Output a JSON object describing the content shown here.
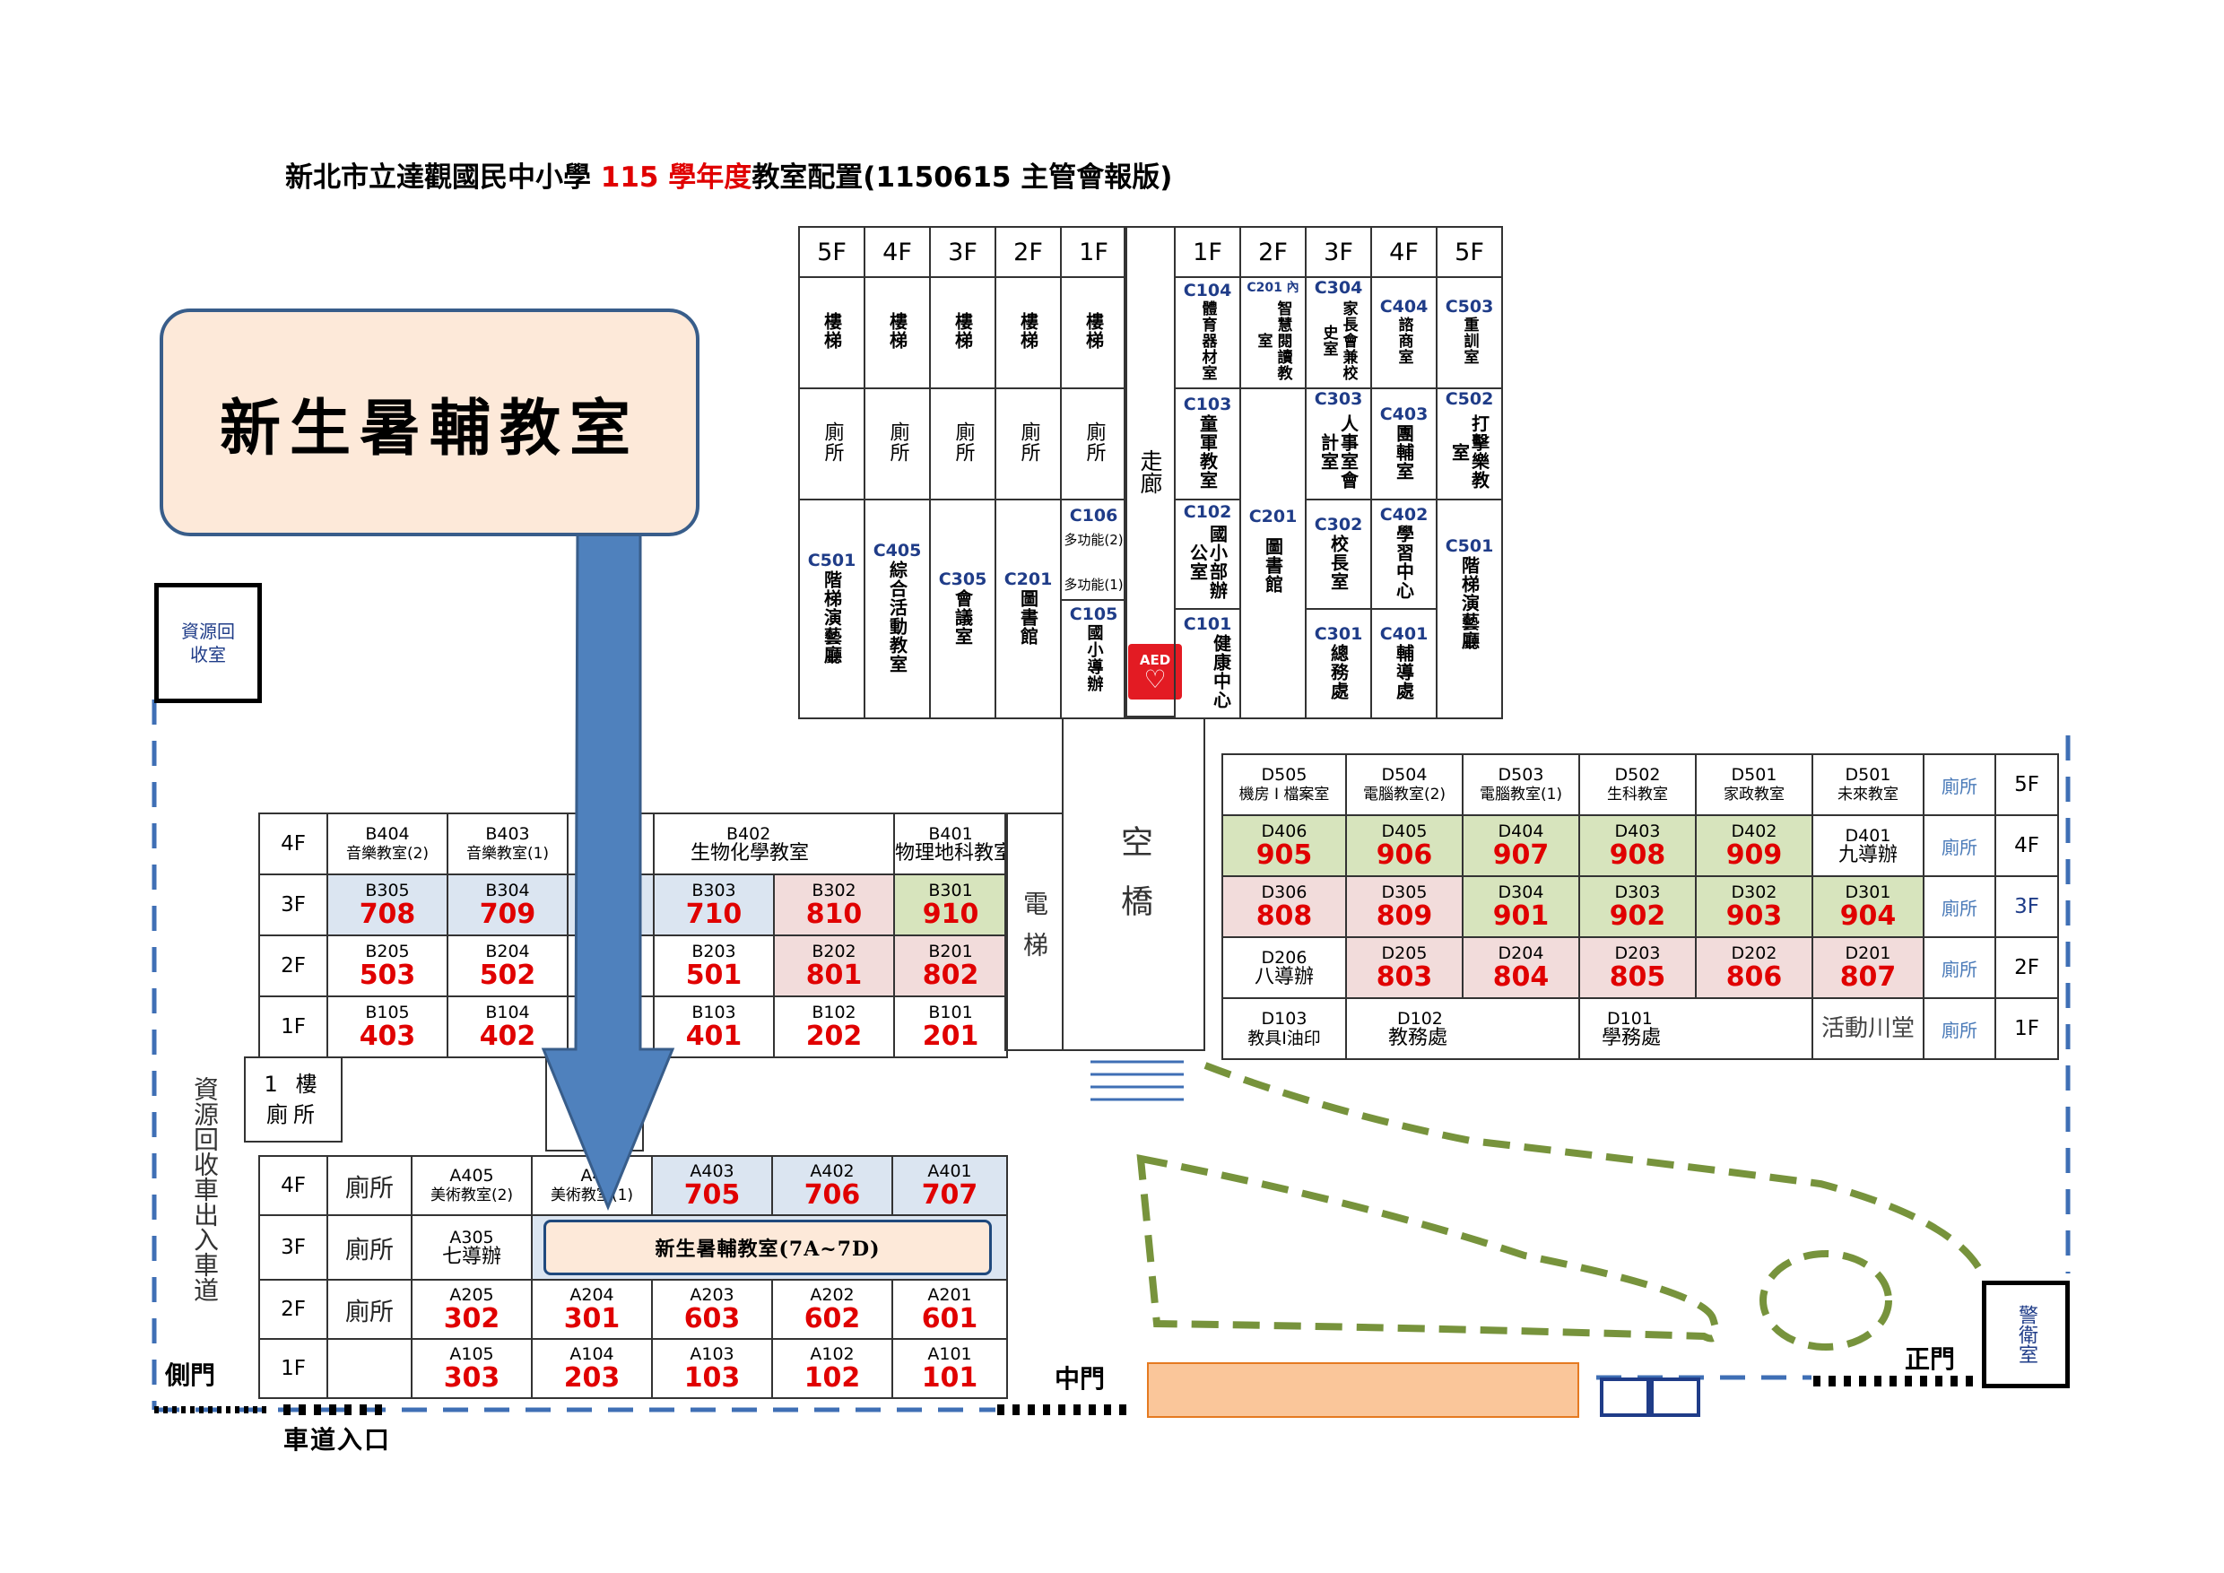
{
  "title": {
    "prefix": "新北市立達觀國民中小學 ",
    "highlight": "115 學年度",
    "suffix": "教室配置(1150615 主管會報版)"
  },
  "callout": {
    "label": "新生暑輔教室"
  },
  "labels": {
    "recycle_room": "資源回收室",
    "recycle_lane": "資源回收車出入車道",
    "side_gate": "側門",
    "driveway_entrance": "車道入口",
    "middle_gate": "中門",
    "main_gate": "正門",
    "guard_room": "警衛室",
    "corridor": "走廊",
    "elevator": "電梯",
    "skybridge": "空橋",
    "aed": "AED",
    "toilet_1f": "1 樓廁所"
  },
  "c_block": {
    "floors": [
      "5F",
      "4F",
      "3F",
      "2F",
      "1F",
      "1F",
      "2F",
      "3F",
      "4F",
      "5F"
    ],
    "stairs": "樓梯",
    "toilet": "廁所",
    "left_rooms": [
      {
        "code": "C501",
        "name": "階梯演藝廳"
      },
      {
        "code": "C405",
        "name": "綜合活動教室"
      },
      {
        "code": "C305",
        "name": "會議室"
      },
      {
        "code": "C201",
        "name": "圖書館"
      }
    ],
    "c106": {
      "code": "C106",
      "a": "多功能(2)",
      "b": "多功能(1)"
    },
    "c105": {
      "code": "C105",
      "name": "國小導辦"
    },
    "right_top": [
      {
        "code": "C104",
        "name": "體育器材室"
      },
      {
        "code": "C201 內",
        "name": "智慧閱讀教室"
      },
      {
        "code": "C304",
        "name": "家長會兼校史室"
      },
      {
        "code": "C404",
        "name": "諮商室"
      },
      {
        "code": "C503",
        "name": "重訓室"
      }
    ],
    "right_mid": [
      {
        "code": "C103",
        "name": "童軍教室"
      },
      {
        "code": "C303",
        "name": "人事室會計室"
      },
      {
        "code": "C403",
        "name": "團輔室"
      },
      {
        "code": "C502",
        "name": "打擊樂教室"
      }
    ],
    "right_low": [
      {
        "code": "C102",
        "name": "國小部辦公室"
      },
      {
        "code": "C201",
        "name": "圖書館"
      },
      {
        "code": "C302",
        "name": "校長室"
      },
      {
        "code": "C402",
        "name": "學習中心"
      },
      {
        "code": "C501",
        "name": "階梯演藝廳"
      }
    ],
    "right_bottom": [
      {
        "code": "C101",
        "name": "健康中心"
      },
      {
        "code": "C301",
        "name": "總務處"
      },
      {
        "code": "C401",
        "name": "輔導處"
      }
    ]
  },
  "b_block": {
    "floors": [
      "4F",
      "3F",
      "2F",
      "1F"
    ],
    "r4": [
      {
        "code": "B404",
        "name": "音樂教室(2)"
      },
      {
        "code": "B403",
        "name": "音樂教室(1)"
      },
      {
        "code": "B402",
        "name": "生物化學教室"
      },
      {
        "code": "B401",
        "name": "物理地科教室"
      }
    ],
    "r3": [
      {
        "code": "B305",
        "num": "708"
      },
      {
        "code": "B304",
        "num": "709"
      },
      {
        "code": "B303",
        "num": "710"
      },
      {
        "code": "B302",
        "num": "810"
      },
      {
        "code": "B301",
        "num": "910"
      }
    ],
    "r2": [
      {
        "code": "B205",
        "num": "503"
      },
      {
        "code": "B204",
        "num": "502"
      },
      {
        "code": "B203",
        "num": "501"
      },
      {
        "code": "B202",
        "num": "801"
      },
      {
        "code": "B201",
        "num": "802"
      }
    ],
    "r1": [
      {
        "code": "B105",
        "num": "403"
      },
      {
        "code": "B104",
        "num": "402"
      },
      {
        "code": "B103",
        "num": "401"
      },
      {
        "code": "B102",
        "num": "202"
      },
      {
        "code": "B101",
        "num": "201"
      }
    ]
  },
  "d_block": {
    "floors": [
      "5F",
      "4F",
      "3F",
      "2F",
      "1F"
    ],
    "toilet": "廁所",
    "r5": [
      {
        "code": "D505",
        "name": "機房 I 檔案室"
      },
      {
        "code": "D504",
        "name": "電腦教室(2)"
      },
      {
        "code": "D503",
        "name": "電腦教室(1)"
      },
      {
        "code": "D502",
        "name": "生科教室"
      },
      {
        "code": "D501",
        "name": "家政教室"
      },
      {
        "code": "D501",
        "name": "未來教室"
      }
    ],
    "r4": [
      {
        "code": "D406",
        "num": "905"
      },
      {
        "code": "D405",
        "num": "906"
      },
      {
        "code": "D404",
        "num": "907"
      },
      {
        "code": "D403",
        "num": "908"
      },
      {
        "code": "D402",
        "num": "909"
      },
      {
        "code": "D401",
        "name": "九導辦"
      }
    ],
    "r3": [
      {
        "code": "D306",
        "num": "808"
      },
      {
        "code": "D305",
        "num": "809"
      },
      {
        "code": "D304",
        "num": "901"
      },
      {
        "code": "D303",
        "num": "902"
      },
      {
        "code": "D302",
        "num": "903"
      },
      {
        "code": "D301",
        "num": "904"
      }
    ],
    "r2": [
      {
        "code": "D206",
        "name": "八導辦"
      },
      {
        "code": "D205",
        "num": "803"
      },
      {
        "code": "D204",
        "num": "804"
      },
      {
        "code": "D203",
        "num": "805"
      },
      {
        "code": "D202",
        "num": "806"
      },
      {
        "code": "D201",
        "num": "807"
      }
    ],
    "r1": [
      {
        "code": "D103",
        "name": "教具I油印"
      },
      {
        "code": "D102",
        "name": "教務處"
      },
      {
        "code": "D101",
        "name": "學務處"
      },
      {
        "name": "活動川堂"
      }
    ]
  },
  "a_block": {
    "floors": [
      "4F",
      "3F",
      "2F",
      "1F"
    ],
    "toilet": "廁所",
    "r4": [
      {
        "code": "A405",
        "name": "美術教室(2)"
      },
      {
        "code": "A4",
        "name": "美術教室(1)"
      },
      {
        "code": "A403",
        "num": "705"
      },
      {
        "code": "A402",
        "num": "706"
      },
      {
        "code": "A401",
        "num": "707"
      }
    ],
    "r3": [
      {
        "code": "A305",
        "name": "七導辦"
      }
    ],
    "summer": "新生暑輔教室(7A~7D)",
    "r2": [
      {
        "code": "A205",
        "num": "302"
      },
      {
        "code": "A204",
        "num": "301"
      },
      {
        "code": "A203",
        "num": "603"
      },
      {
        "code": "A202",
        "num": "602"
      },
      {
        "code": "A201",
        "num": "601"
      }
    ],
    "r1": [
      {
        "code": "A105",
        "num": "303"
      },
      {
        "code": "A104",
        "num": "203"
      },
      {
        "code": "A103",
        "num": "103"
      },
      {
        "code": "A102",
        "num": "102"
      },
      {
        "code": "A101",
        "num": "101"
      }
    ]
  }
}
